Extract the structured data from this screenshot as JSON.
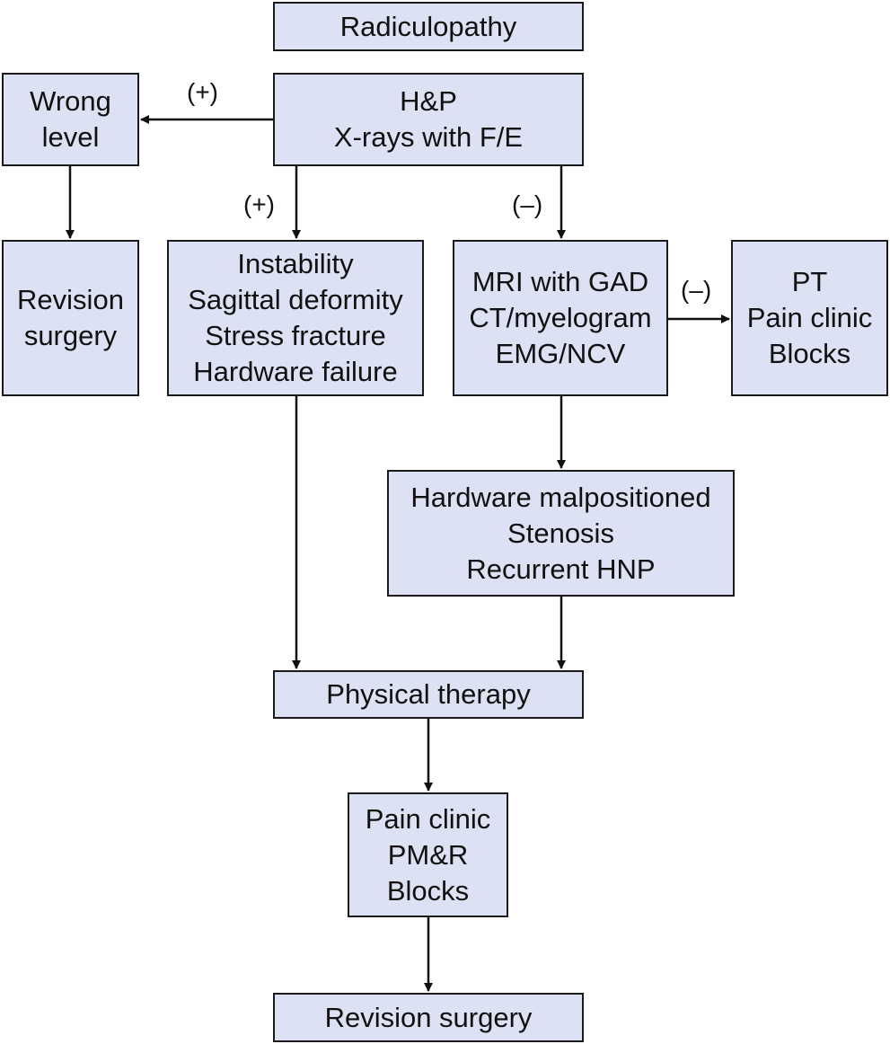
{
  "nodes": {
    "radiculopathy": [
      "Radiculopathy"
    ],
    "hp": [
      "H&P",
      "X-rays with F/E"
    ],
    "wrong_level": [
      "Wrong",
      "level"
    ],
    "revision_surgery_left": [
      "Revision",
      "surgery"
    ],
    "instability": [
      "Instability",
      "Sagittal deformity",
      "Stress fracture",
      "Hardware failure"
    ],
    "mri": [
      "MRI with GAD",
      "CT/myelogram",
      "EMG/NCV"
    ],
    "pt_pain": [
      "PT",
      "Pain clinic",
      "Blocks"
    ],
    "hardware": [
      "Hardware malpositioned",
      "Stenosis",
      "Recurrent HNP"
    ],
    "physical_therapy": [
      "Physical therapy"
    ],
    "pain_clinic": [
      "Pain clinic",
      "PM&R",
      "Blocks"
    ],
    "revision_surgery_bottom": [
      "Revision surgery"
    ]
  },
  "edge_labels": {
    "to_wrong_level": "(+)",
    "to_instability": "(+)",
    "to_mri": "(–)",
    "to_pt": "(–)"
  }
}
